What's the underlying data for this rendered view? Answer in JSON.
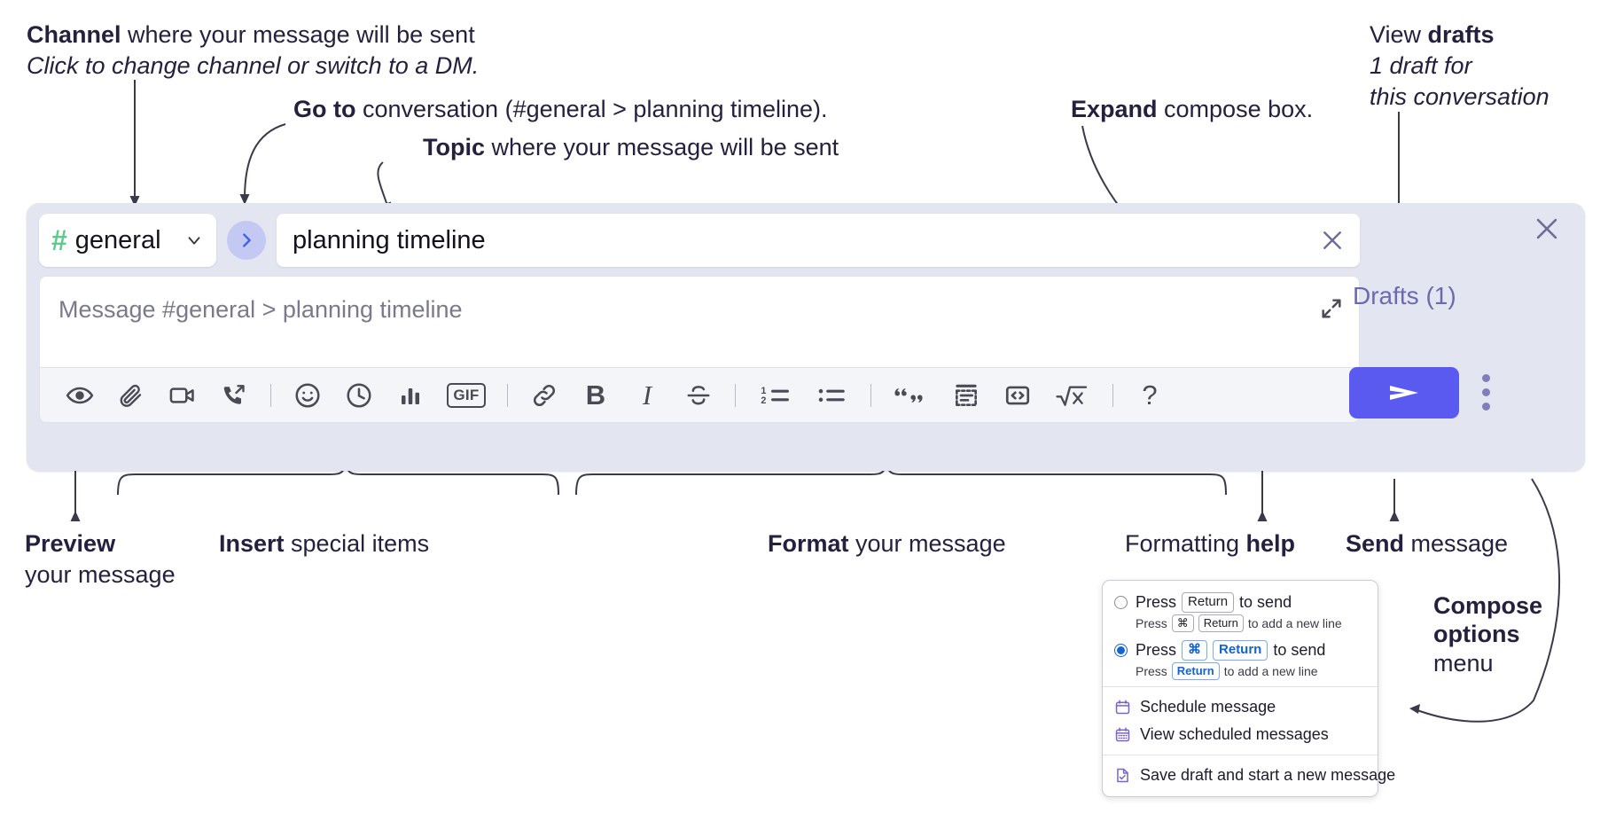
{
  "annotations": {
    "channel": {
      "bold": "Channel",
      "rest": " where your message will be sent",
      "italic": "Click to change channel or switch to a DM."
    },
    "goto": {
      "bold": "Go to",
      "rest": " conversation (#general > planning timeline)."
    },
    "topic": {
      "bold": "Topic",
      "rest": " where your message will be sent"
    },
    "expand": {
      "bold": "Expand",
      "rest": " compose box."
    },
    "drafts": {
      "lead": "View ",
      "bold": "drafts",
      "italic1": "1 draft for",
      "italic2": "this conversation"
    },
    "preview": {
      "bold": "Preview",
      "line2": "your message"
    },
    "insert": {
      "bold": "Insert",
      "rest": " special items"
    },
    "format": {
      "bold": "Format",
      "rest": " your message"
    },
    "formatting_help": {
      "lead": "Formatting ",
      "bold": "help"
    },
    "send": {
      "bold": "Send",
      "rest": " message"
    },
    "compose_options": {
      "bold1": "Compose",
      "bold2": "options",
      "rest": "menu"
    }
  },
  "compose": {
    "channel": {
      "hash": "#",
      "name": "general",
      "chevron_icon": "chevron-down-icon"
    },
    "goto_button_icon": "chevron-right-icon",
    "topic": {
      "value": "planning timeline",
      "clear_icon": "close-icon"
    },
    "message": {
      "placeholder": "Message #general > planning timeline",
      "value": "",
      "expand_icon": "expand-icon"
    },
    "toolbar": [
      {
        "name": "preview-icon",
        "label": "Preview"
      },
      {
        "name": "attachment-icon",
        "label": "Attach file"
      },
      {
        "name": "video-icon",
        "label": "Record video clip"
      },
      {
        "name": "huddle-icon",
        "label": "Huddle"
      },
      {
        "name": "separator",
        "label": ""
      },
      {
        "name": "emoji-icon",
        "label": "Emoji"
      },
      {
        "name": "clock-icon",
        "label": "Reminder"
      },
      {
        "name": "poll-icon",
        "label": "Poll"
      },
      {
        "name": "gif-icon",
        "label": "GIF"
      },
      {
        "name": "separator",
        "label": ""
      },
      {
        "name": "link-icon",
        "label": "Link"
      },
      {
        "name": "bold-icon",
        "label": "B"
      },
      {
        "name": "italic-icon",
        "label": "I"
      },
      {
        "name": "strikethrough-icon",
        "label": "Strikethrough"
      },
      {
        "name": "separator",
        "label": ""
      },
      {
        "name": "ordered-list-icon",
        "label": "Ordered list"
      },
      {
        "name": "bulleted-list-icon",
        "label": "Bulleted list"
      },
      {
        "name": "separator",
        "label": ""
      },
      {
        "name": "blockquote-icon",
        "label": "Blockquote"
      },
      {
        "name": "code-block-icon",
        "label": "Code block"
      },
      {
        "name": "inline-code-icon",
        "label": "Code"
      },
      {
        "name": "math-icon",
        "label": "Math"
      },
      {
        "name": "separator",
        "label": ""
      },
      {
        "name": "help-icon",
        "label": "?"
      }
    ],
    "drafts_label": "Drafts (1)",
    "send_button_icon": "send-icon",
    "compose_options_icon": "kebab-menu-icon",
    "close_icon": "close-icon"
  },
  "menu": {
    "option1": {
      "press": "Press",
      "key": "Return",
      "tail": "to send",
      "sub_press": "Press",
      "sub_key1": "⌘",
      "sub_key2": "Return",
      "sub_tail": "to add a new line",
      "selected": false
    },
    "option2": {
      "press": "Press",
      "key1": "⌘",
      "key2": "Return",
      "tail": "to send",
      "sub_press": "Press",
      "sub_key": "Return",
      "sub_tail": "to add a new line",
      "selected": true
    },
    "items": [
      {
        "icon": "calendar-schedule-icon",
        "label": "Schedule message"
      },
      {
        "icon": "calendar-view-icon",
        "label": "View scheduled messages"
      },
      {
        "icon": "save-draft-icon",
        "label": "Save draft and start a new message"
      }
    ]
  },
  "colors": {
    "send_purple": "#5a5af0",
    "panel_lavender": "#e3e5f1",
    "hash_green": "#5cc98d",
    "goto_circle": "#c3c9f3",
    "drafts_text": "#6a6ab0",
    "blue_key": "#1264d4"
  }
}
